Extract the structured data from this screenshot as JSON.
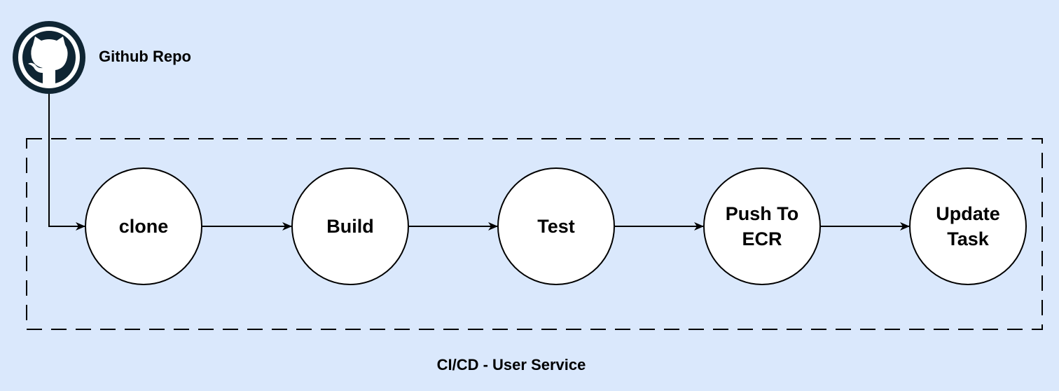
{
  "source": {
    "label": "Github Repo",
    "icon": "github-icon"
  },
  "boundary": {
    "label": "CI/CD - User Service"
  },
  "steps": [
    {
      "id": "clone",
      "label": "clone"
    },
    {
      "id": "build",
      "label": "Build"
    },
    {
      "id": "test",
      "label": "Test"
    },
    {
      "id": "push",
      "label": "Push To\nECR"
    },
    {
      "id": "update",
      "label": "Update\nTask"
    }
  ],
  "colors": {
    "background": "#dae8fc",
    "stroke": "#000000",
    "node_fill": "#ffffff",
    "icon": "#0f2533"
  }
}
